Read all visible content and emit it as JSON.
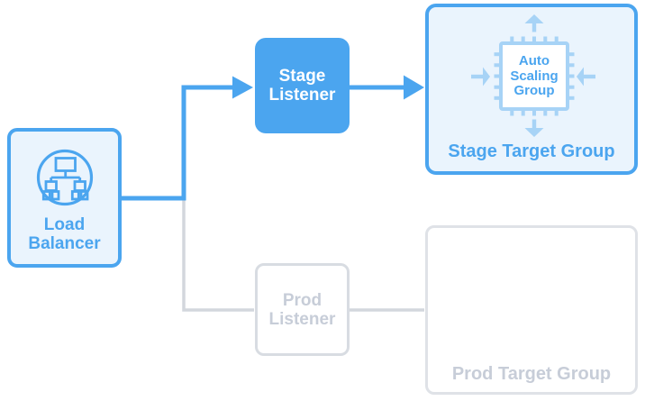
{
  "diagram": {
    "type": "load-balancer-architecture",
    "nodes": {
      "load_balancer": {
        "label": "Load Balancer",
        "icon": "load-balancer-icon",
        "state": "active"
      },
      "stage_listener": {
        "label": "Stage Listener",
        "state": "active"
      },
      "stage_target_group": {
        "label": "Stage Target Group",
        "icon": "auto-scaling-group-icon",
        "icon_label": "Auto Scaling Group",
        "state": "active"
      },
      "prod_listener": {
        "label": "Prod Listener",
        "state": "inactive"
      },
      "prod_target_group": {
        "label": "Prod Target Group",
        "state": "inactive"
      }
    },
    "edges": [
      {
        "from": "load_balancer",
        "to": "stage_listener",
        "style": "solid",
        "arrowhead": true,
        "color": "#4ba5ef"
      },
      {
        "from": "load_balancer",
        "to": "prod_listener",
        "style": "solid",
        "arrowhead": false,
        "color": "#d3d7dd"
      },
      {
        "from": "stage_listener",
        "to": "stage_target_group",
        "style": "solid",
        "arrowhead": true,
        "color": "#4ba5ef"
      },
      {
        "from": "prod_listener",
        "to": "prod_target_group",
        "style": "solid",
        "arrowhead": false,
        "color": "#d3d7dd"
      }
    ],
    "colors": {
      "primary_blue": "#4ba5ef",
      "light_blue_fill": "#eaf4fd",
      "icon_light_blue": "#a7d3f6",
      "inactive_border_gray": "#d8dce2",
      "inactive_border_light_gray": "#dfe2e7",
      "inactive_text_gray": "#c7cdd8",
      "connector_gray": "#d3d7dd",
      "background": "#ffffff"
    }
  }
}
